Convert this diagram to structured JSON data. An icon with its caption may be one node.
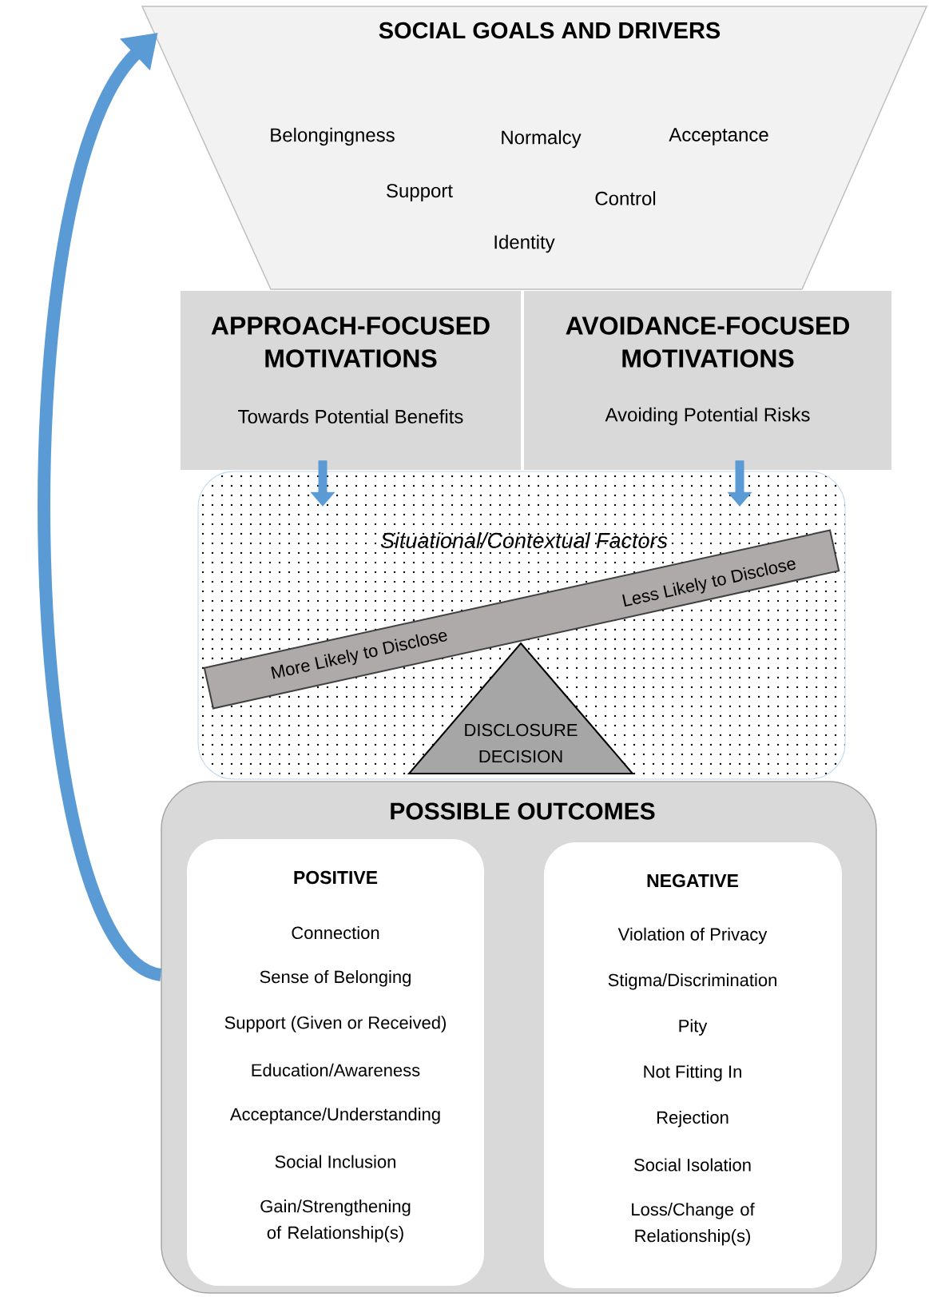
{
  "diagram": {
    "nodes": [
      {
        "text": [
          "SOCIAL GOALS AND DRIVERS",
          "Belongingness",
          "Normalcy",
          "Acceptance",
          "Support",
          "Control",
          "Identity"
        ]
      },
      {
        "text": [
          "APPROACH-FOCUSED MOTIVATIONS",
          "Towards Potential Benefits"
        ]
      },
      {
        "text": [
          "AVOIDANCE-FOCUSED MOTIVATIONS",
          "Avoiding Potential Risks"
        ]
      },
      {
        "text": [
          "Situational/Contextual Factors"
        ]
      },
      {
        "text": [
          "More Likely to Disclose",
          "Less Likely to Disclose"
        ],
        "in": 3
      },
      {
        "text": [
          "DISCLOSURE DECISION"
        ],
        "in": 3
      },
      {
        "text": [
          "POSSIBLE OUTCOMES"
        ]
      },
      {
        "text": [
          "POSITIVE",
          "Connection",
          "Sense of Belonging",
          "Support (Given or Received)",
          "Education/Awareness",
          "Acceptance/Understanding",
          "Social Inclusion",
          "Gain/Strengthening of Relationship(s)"
        ],
        "in": 6
      },
      {
        "text": [
          "NEGATIVE",
          "Violation of Privacy",
          "Stigma/Discrimination",
          "Pity",
          "Not Fitting In",
          "Rejection",
          "Social Isolation",
          "Loss/Change of Relationship(s)"
        ],
        "in": 6
      }
    ],
    "edges": [
      {
        "from": 1,
        "to": 3,
        "arrow": "to"
      },
      {
        "from": 2,
        "to": 3,
        "arrow": "to"
      },
      {
        "from": 6,
        "to": 0,
        "arrow": "to"
      }
    ]
  }
}
